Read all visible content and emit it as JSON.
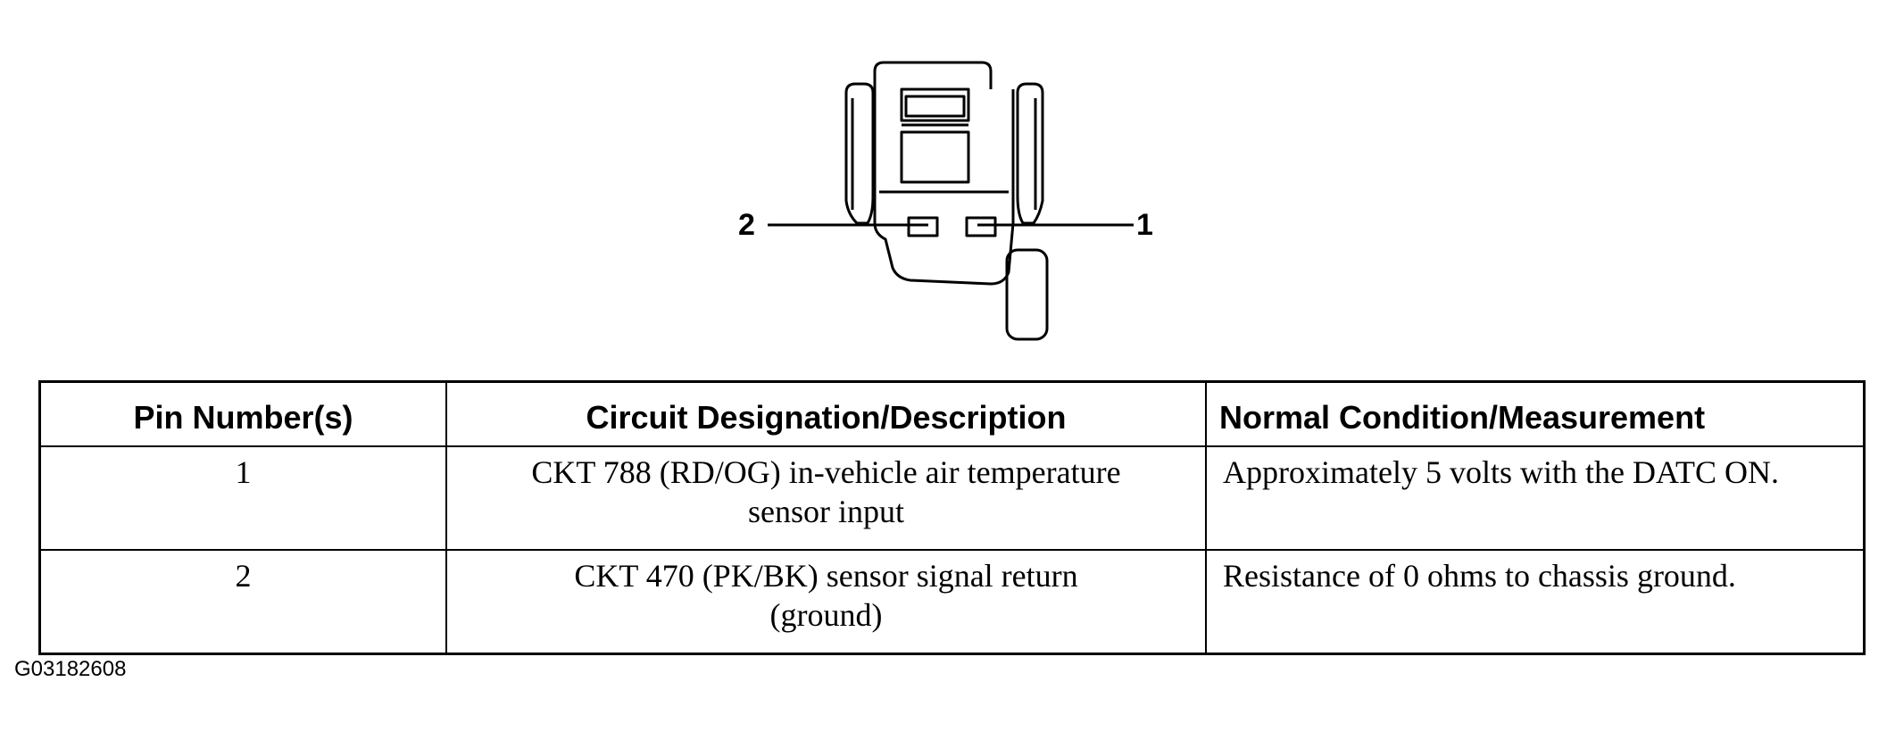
{
  "diagram": {
    "pin_labels": [
      "2",
      "1"
    ]
  },
  "table": {
    "headers": [
      "Pin Number(s)",
      "Circuit Designation/Description",
      "Normal Condition/Measurement"
    ],
    "rows": [
      {
        "pin": "1",
        "circuit_line1": "CKT 788 (RD/OG) in-vehicle air temperature",
        "circuit_line2": "sensor input",
        "condition": "Approximately 5 volts with the DATC ON."
      },
      {
        "pin": "2",
        "circuit_line1": "CKT 470 (PK/BK) sensor signal return",
        "circuit_line2": "(ground)",
        "condition": "Resistance of 0 ohms to chassis ground."
      }
    ]
  },
  "figure_id": "G03182608"
}
